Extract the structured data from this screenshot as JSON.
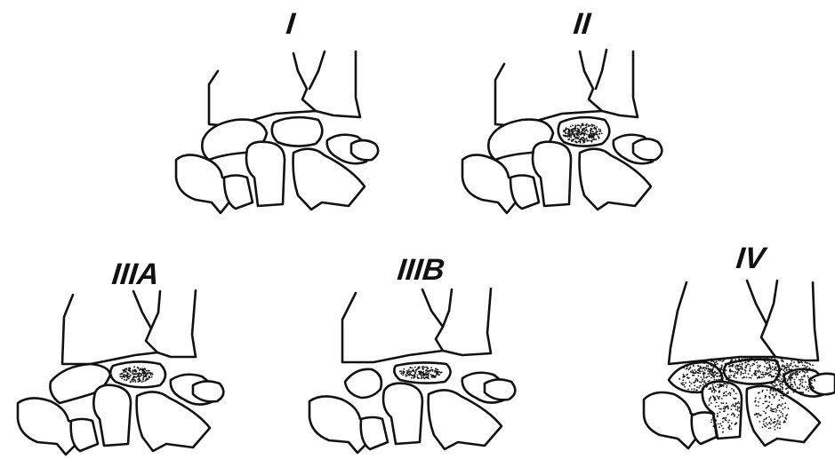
{
  "panels": [
    {
      "id": "I",
      "label": "I",
      "shading": "none"
    },
    {
      "id": "II",
      "label": "II",
      "shading": "lunate"
    },
    {
      "id": "IIIA",
      "label": "IIIA",
      "shading": "lunate-small"
    },
    {
      "id": "IIIB",
      "label": "IIIB",
      "shading": "lunate-small-scaphoid-fragmented"
    },
    {
      "id": "IV",
      "label": "IV",
      "shading": "carpus-diffuse"
    }
  ],
  "colors": {
    "ink": "#111111",
    "background": "#ffffff"
  }
}
